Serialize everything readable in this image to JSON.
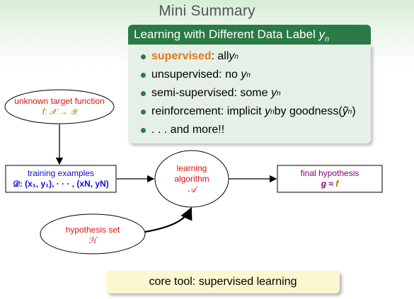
{
  "title": "Mini Summary",
  "block": {
    "header_text": "Learning with Different Data Label ",
    "header_var": "y",
    "header_sub": "n",
    "items": [
      {
        "strong": "supervised",
        "text": ": all "
      },
      {
        "text": "unsupervised: no "
      },
      {
        "text": "semi-supervised: some "
      },
      {
        "text": "reinforcement: implicit "
      },
      {
        "text": ". . . and more!!"
      }
    ],
    "goodness_text": " by goodness("
  },
  "diagram": {
    "target_label": "unknown target function",
    "target_formula": "f: 𝒳 → 𝒴",
    "training_label": "training examples",
    "training_formula": "𝒟: (x₁, y₁), · · · , (xN, yN)",
    "algorithm_line1": "learning",
    "algorithm_line2": "algorithm",
    "algorithm_symbol": "𝒜",
    "final_label": "final hypothesis",
    "final_formula_g": "g",
    "final_formula_approx": " ≈ ",
    "final_formula_f": "f",
    "hypothesis_label": "hypothesis set",
    "hypothesis_symbol": "ℋ"
  },
  "footer": "core tool: supervised learning",
  "colors": {
    "block_header": "#2a7a46",
    "block_body": "#e6f0e6",
    "accent_orange": "#e07b1b",
    "red": "#e01010",
    "blue": "#1010d0",
    "purple": "#800080",
    "footer_bg": "#fbf7cf"
  }
}
